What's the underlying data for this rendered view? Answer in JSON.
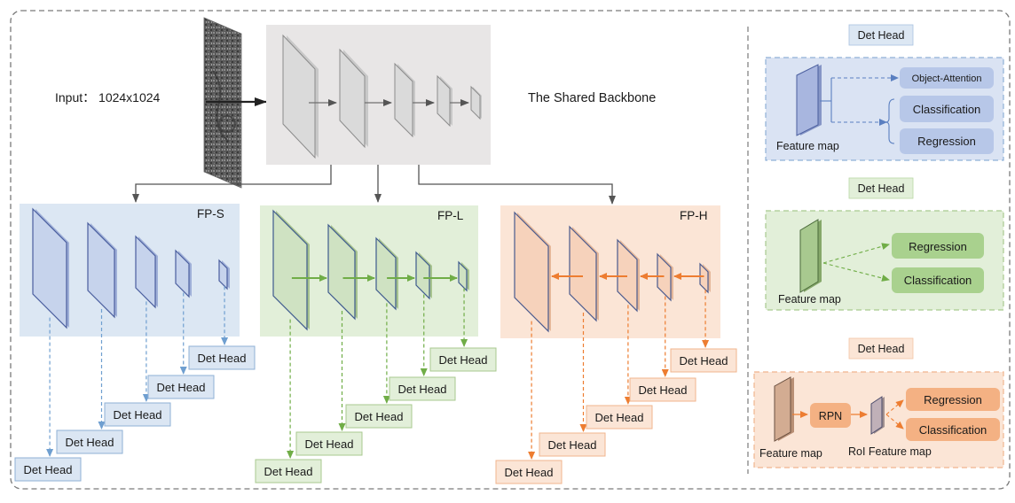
{
  "input": {
    "label": "Input： 1024x1024"
  },
  "backbone": {
    "label": "The Shared Backbone"
  },
  "pyramids": [
    {
      "label": "FP-S",
      "head_label": "Det Head"
    },
    {
      "label": "FP-L",
      "head_label": "Det Head"
    },
    {
      "label": "FP-H",
      "head_label": "Det Head"
    }
  ],
  "legend": [
    {
      "title": "Det Head",
      "feature_label": "Feature map",
      "outputs": [
        "Object-Attention",
        "Classification",
        "Regression"
      ]
    },
    {
      "title": "Det Head",
      "feature_label": "Feature map",
      "outputs": [
        "Regression",
        "Classification"
      ]
    },
    {
      "title": "Det Head",
      "feature_label": "Feature map",
      "rpn_label": "RPN",
      "roi_label": "RoI Feature map",
      "outputs": [
        "Regression",
        "Classification"
      ]
    }
  ],
  "colors": {
    "blue_bg": "#dce7f3",
    "blue_box": "#dbe6f3",
    "blue_edge": "#8fb0d6",
    "blue_plate": "#c6d3ec",
    "blue_arrow": "#6f9fd0",
    "green_bg": "#e2efd9",
    "green_box": "#e2efd9",
    "green_edge": "#a8c98f",
    "green_plate": "#cfe2c2",
    "green_arrow": "#70ad47",
    "orange_bg": "#fbe5d6",
    "orange_box": "#fbe5d6",
    "orange_edge": "#f0b58e",
    "orange_plate": "#f6d2bb",
    "orange_arrow": "#ed7d31",
    "backbone_bg": "#e8e6e6"
  }
}
